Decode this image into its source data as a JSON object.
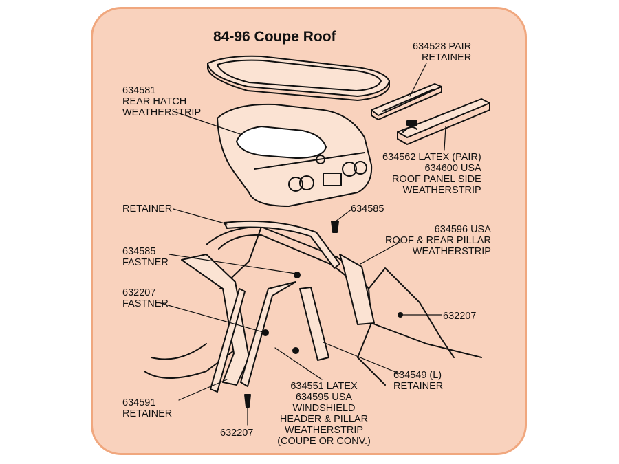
{
  "diagram": {
    "title": "84-96 Coupe Roof",
    "callouts": [
      {
        "id": "retainer-pair",
        "lines": [
          "634528 PAIR",
          "RETAINER"
        ]
      },
      {
        "id": "rear-hatch",
        "lines": [
          "634581",
          "REAR HATCH",
          "WEATHERSTRIP"
        ]
      },
      {
        "id": "roof-side",
        "lines": [
          "634562 LATEX  (PAIR)",
          "634600 USA",
          "ROOF PANEL SIDE",
          "WEATHERSTRIP"
        ]
      },
      {
        "id": "retainer-top",
        "lines": [
          "RETAINER"
        ]
      },
      {
        "id": "fastener-top",
        "lines": [
          "634585"
        ]
      },
      {
        "id": "roof-rear-pillar",
        "lines": [
          "634596 USA",
          "ROOF & REAR PILLAR",
          "WEATHERSTRIP"
        ]
      },
      {
        "id": "fastner-634585",
        "lines": [
          "634585",
          "FASTNER"
        ]
      },
      {
        "id": "fastner-632207",
        "lines": [
          "632207",
          "FASTNER"
        ]
      },
      {
        "id": "fastener-right",
        "lines": [
          "632207"
        ]
      },
      {
        "id": "retainer-l",
        "lines": [
          "634549 (L)",
          "RETAINER"
        ]
      },
      {
        "id": "windshield",
        "lines": [
          "634551 LATEX",
          "634595 USA",
          "WINDSHIELD",
          "HEADER  & PILLAR",
          "WEATHERSTRIP",
          "(COUPE OR CONV.)"
        ]
      },
      {
        "id": "retainer-591",
        "lines": [
          "634591",
          "RETAINER"
        ]
      },
      {
        "id": "fastener-bottom",
        "lines": [
          "632207"
        ]
      }
    ]
  }
}
